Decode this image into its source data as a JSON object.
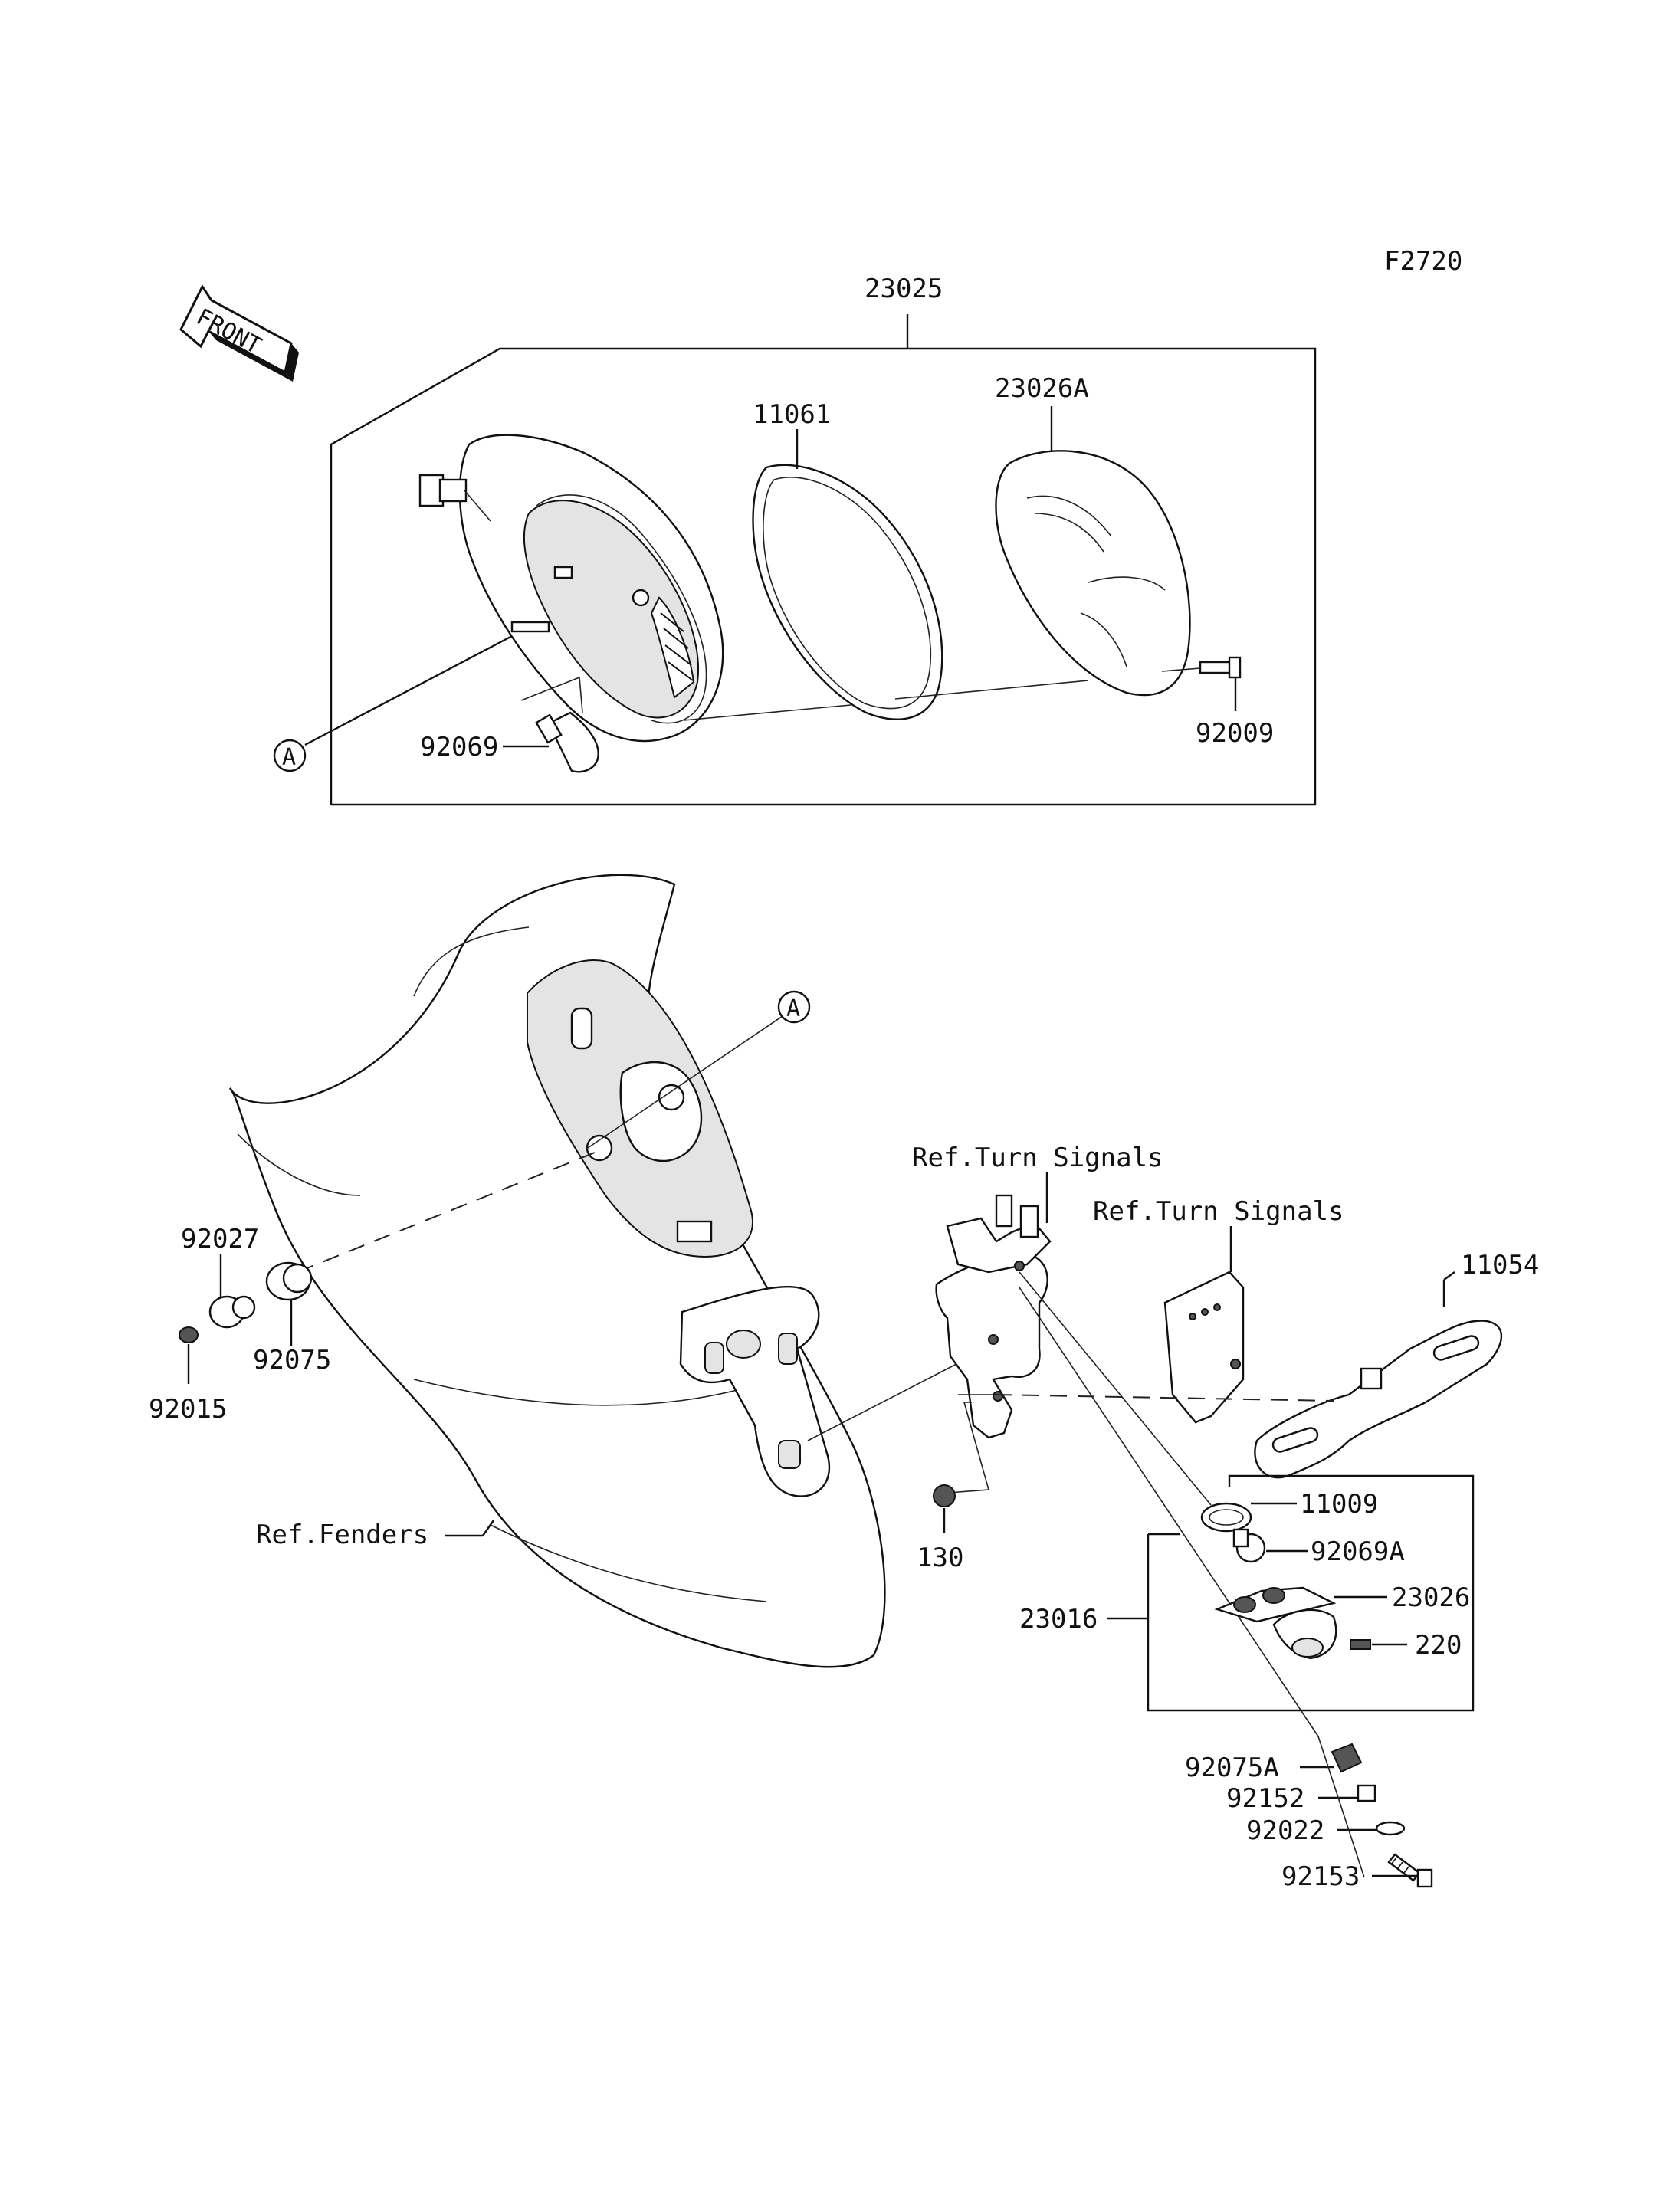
{
  "figure_code": "F2720",
  "front_label": "FRONT",
  "callout_marker": "A",
  "parts": {
    "p23025": "23025",
    "p11061": "11061",
    "p23026A": "23026A",
    "p92009": "92009",
    "p92069": "92069",
    "p92027": "92027",
    "p92075": "92075",
    "p92015": "92015",
    "p11054": "11054",
    "p130": "130",
    "p11009": "11009",
    "p92069A": "92069A",
    "p23026": "23026",
    "p220": "220",
    "p23016": "23016",
    "p92075A": "92075A",
    "p92152": "92152",
    "p92022": "92022",
    "p92153": "92153"
  },
  "references": {
    "turn_signals_1": "Ref.Turn Signals",
    "turn_signals_2": "Ref.Turn Signals",
    "fenders": "Ref.Fenders"
  }
}
